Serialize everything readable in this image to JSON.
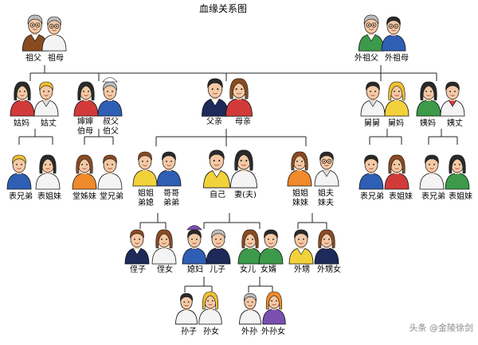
{
  "title": "血缘关系图",
  "people": {
    "grandfather": "祖父",
    "grandmother": "祖母",
    "maternal_grandfather": "外祖父",
    "maternal_grandmother": "外祖母",
    "paternal_aunt": "姑妈",
    "paternal_aunt_husband": "姑丈",
    "uncle_wife": "婶婶\n伯母",
    "paternal_uncle": "叔父\n伯父",
    "father": "父亲",
    "mother": "母亲",
    "maternal_uncle": "舅舅",
    "maternal_uncle_wife": "舅妈",
    "maternal_aunt": "姨妈",
    "maternal_aunt_husband": "姨丈",
    "cousin_a": "表兄弟",
    "cousin_b": "表姐妹",
    "cousin_c": "堂姊妹",
    "cousin_d": "堂兄弟",
    "younger_sibling_f": "姐姐\n弟媳",
    "younger_sibling_m": "哥哥\n弟弟",
    "self": "自己",
    "spouse": "妻(夫)",
    "sister": "姐姐\n妹妹",
    "sister_husband": "姐夫\n妹夫",
    "cousin_e": "表兄弟",
    "cousin_f": "表姐妹",
    "nephew": "侄子",
    "niece": "侄女",
    "daughter_in_law": "媳妇",
    "son": "儿子",
    "daughter": "女儿",
    "son_in_law": "女婿",
    "nephew_outer": "外甥",
    "niece_outer": "外甥女",
    "grandson": "孙子",
    "granddaughter": "孙女",
    "grandson_outer": "外孙",
    "granddaughter_outer": "外孙女"
  },
  "watermark": "头条 @金陵徐剑",
  "colors": {
    "line": "#222222",
    "skin": "#f3c9a5",
    "hair_dark": "#2a2a2a",
    "hair_brown": "#8a4b22",
    "hair_blond": "#f0c030",
    "hair_gray": "#bdbdbd",
    "shirt_blue": "#2f5fb5",
    "shirt_red": "#d23a3a",
    "shirt_green": "#3c9a4a",
    "shirt_yellow": "#f2d23a",
    "shirt_navy": "#1d2a5a",
    "shirt_white": "#f4f4f4",
    "shirt_orange": "#f08a2a",
    "shirt_purple": "#7a4fb0"
  }
}
